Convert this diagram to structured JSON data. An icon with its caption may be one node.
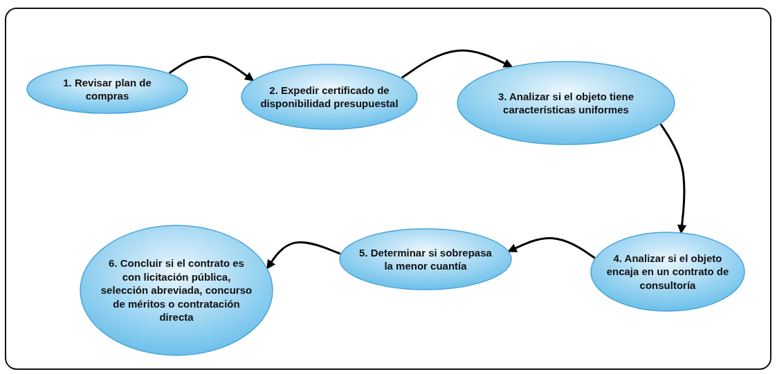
{
  "diagram": {
    "nodes": [
      {
        "text": [
          "1. Revisar plan de compras"
        ]
      },
      {
        "text": [
          "2. Expedir certificado de disponibilidad presupuestal"
        ]
      },
      {
        "text": [
          "3. Analizar si el objeto tiene características uniformes"
        ]
      },
      {
        "text": [
          "4. Analizar si el objeto encaja en un contrato de consultoría"
        ]
      },
      {
        "text": [
          "5. Determinar si sobrepasa la menor cuantía"
        ]
      },
      {
        "text": [
          "6. Concluir si el contrato es con licitación pública, selección abreviada, concurso de méritos o contratación directa"
        ]
      }
    ],
    "edges": [
      {
        "from": 0,
        "to": 1,
        "arrow": "to"
      },
      {
        "from": 1,
        "to": 2,
        "arrow": "to"
      },
      {
        "from": 2,
        "to": 3,
        "arrow": "to"
      },
      {
        "from": 3,
        "to": 4,
        "arrow": "to"
      },
      {
        "from": 4,
        "to": 5,
        "arrow": "to"
      }
    ]
  }
}
